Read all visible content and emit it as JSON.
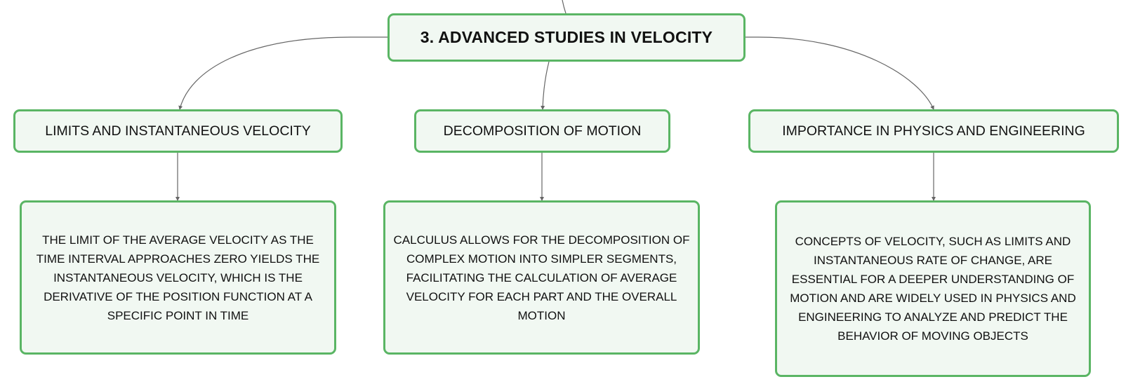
{
  "root": {
    "label": "3. ADVANCED STUDIES IN VELOCITY"
  },
  "topics": [
    {
      "label": "LIMITS AND INSTANTANEOUS VELOCITY",
      "detail": "THE LIMIT OF THE AVERAGE VELOCITY AS THE TIME INTERVAL APPROACHES ZERO YIELDS THE INSTANTANEOUS VELOCITY, WHICH IS THE DERIVATIVE OF THE POSITION FUNCTION AT A SPECIFIC POINT IN TIME"
    },
    {
      "label": "DECOMPOSITION OF MOTION",
      "detail": "CALCULUS ALLOWS FOR THE DECOMPOSITION OF COMPLEX MOTION INTO SIMPLER SEGMENTS, FACILITATING THE CALCULATION OF AVERAGE VELOCITY FOR EACH PART AND THE OVERALL MOTION"
    },
    {
      "label": "IMPORTANCE IN PHYSICS AND ENGINEERING",
      "detail": "CONCEPTS OF VELOCITY, SUCH AS LIMITS AND INSTANTANEOUS RATE OF CHANGE, ARE ESSENTIAL FOR A DEEPER UNDERSTANDING OF MOTION AND ARE WIDELY USED IN PHYSICS AND ENGINEERING TO ANALYZE AND PREDICT THE BEHAVIOR OF MOVING OBJECTS"
    }
  ],
  "colors": {
    "node_border": "#5ab564",
    "node_fill": "#f1f8f2",
    "connector": "#666666",
    "text": "#111111"
  }
}
